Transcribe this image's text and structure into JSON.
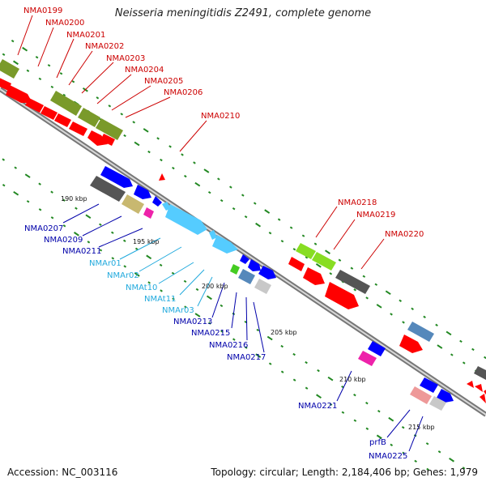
{
  "title": "Neisseria meningitidis Z2491, complete genome",
  "footer": {
    "accession": "Accession: NC_003116",
    "topology": "Topology: circular; Length: 2,184,406 bp; Genes: 1,979"
  },
  "colors": {
    "label_red": "#cc0000",
    "label_blue": "#0000aa",
    "label_cyan": "#22aadd",
    "backbone": "#888888",
    "tick": "#228822",
    "feature_red": "#ff0000",
    "feature_olive": "#7a9a2a",
    "feature_blue": "#0000ff",
    "feature_cyan": "#55ccff",
    "feature_gray": "#666666",
    "feature_khaki": "#c8b870",
    "feature_magenta": "#ee22aa",
    "feature_green": "#88dd22",
    "feature_steel": "#5588bb",
    "feature_lightgray": "#c8c8c8",
    "feature_pink": "#ee9999"
  },
  "scale_labels": [
    "190 kbp",
    "195 kbp",
    "200 kbp",
    "205 kbp",
    "210 kbp",
    "215 kbp"
  ],
  "gene_labels": {
    "NMA0199": "NMA0199",
    "NMA0200": "NMA0200",
    "NMA0201": "NMA0201",
    "NMA0202": "NMA0202",
    "NMA0203": "NMA0203",
    "NMA0204": "NMA0204",
    "NMA0205": "NMA0205",
    "NMA0206": "NMA0206",
    "NMA0210": "NMA0210",
    "NMA0218": "NMA0218",
    "NMA0219": "NMA0219",
    "NMA0220": "NMA0220",
    "NMA0207": "NMA0207",
    "NMA0209": "NMA0209",
    "NMA0211": "NMA0211",
    "NMAr01": "NMAr01",
    "NMAr02": "NMAr02",
    "NMAt10": "NMAt10",
    "NMAt11": "NMAt11",
    "NMAr03": "NMAr03",
    "NMA0213": "NMA0213",
    "NMA0215": "NMA0215",
    "NMA0216": "NMA0216",
    "NMA0217": "NMA0217",
    "NMA0221": "NMA0221",
    "prfB": "prfB",
    "NMA0225": "NMA0225"
  }
}
